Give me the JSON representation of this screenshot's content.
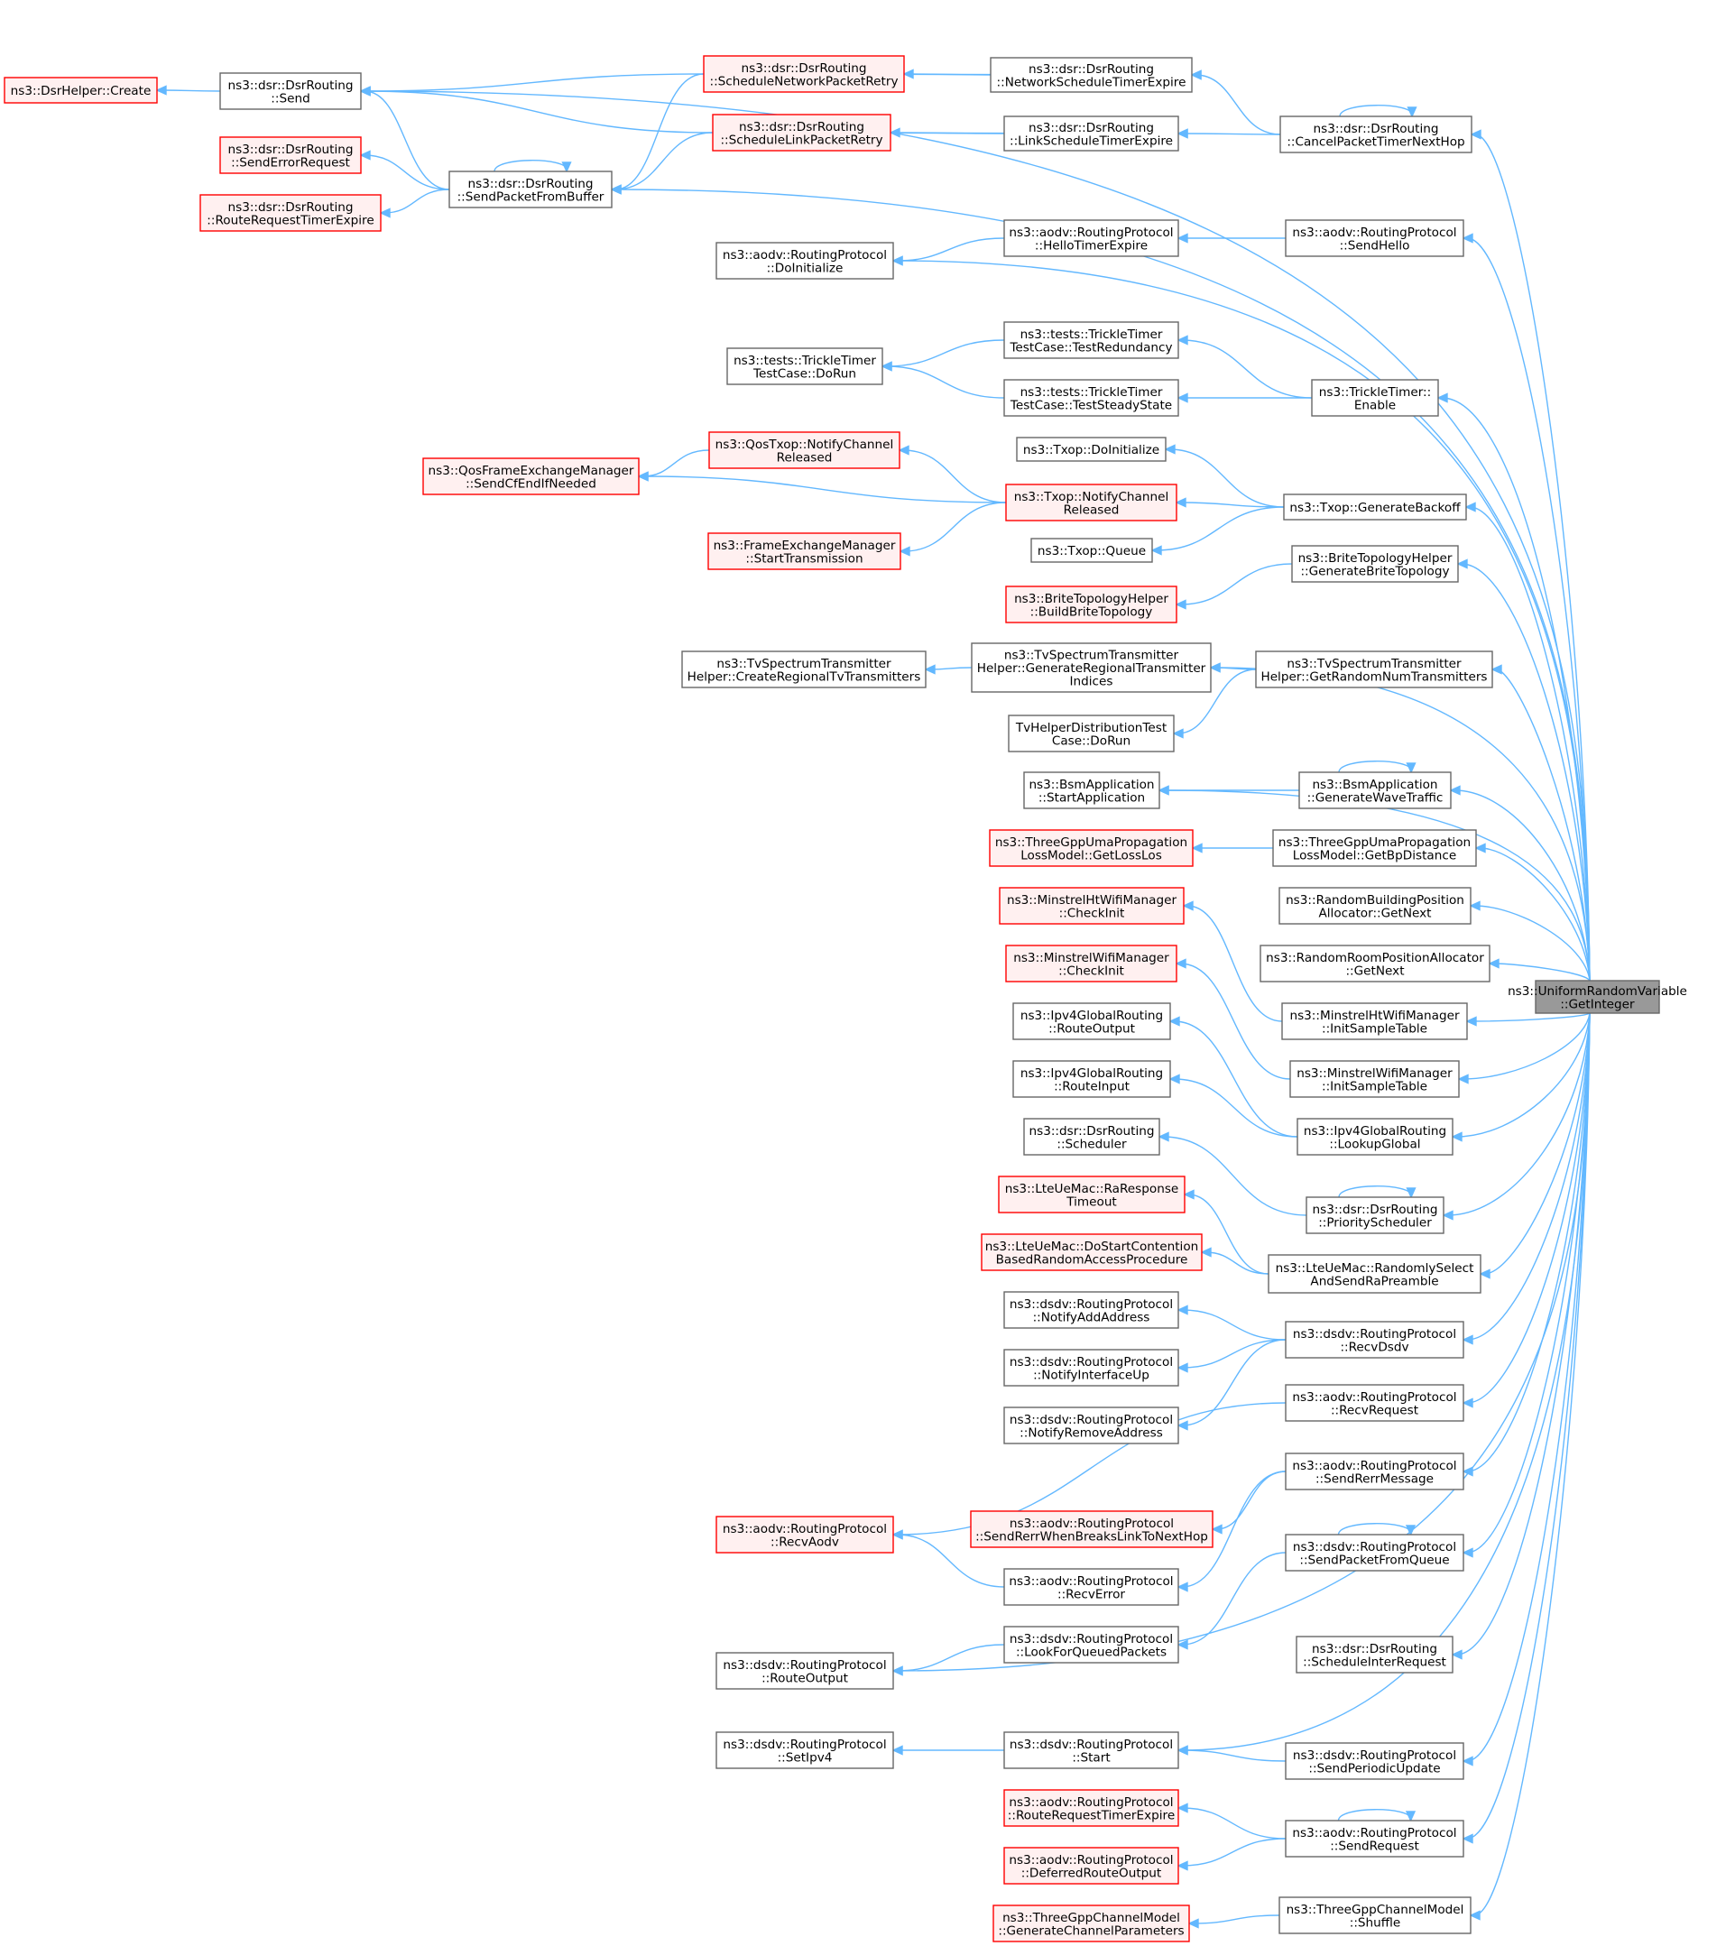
{
  "colors": {
    "edge": "#63b8ff",
    "node_border": "#666666",
    "node_fill": "#ffffff",
    "truncated_border": "#ff0000",
    "truncated_fill": "#fff0f0",
    "target_fill": "#999999",
    "target_border": "#666666"
  },
  "nodes": [
    {
      "id": "target",
      "lines": [
        "ns3::UniformRandomVariable",
        "::GetInteger"
      ],
      "style": "target"
    },
    {
      "id": "dsrhelper_create",
      "lines": [
        "ns3::DsrHelper::Create"
      ],
      "style": "truncated"
    },
    {
      "id": "dsr_send",
      "lines": [
        "ns3::dsr::DsrRouting",
        "::Send"
      ],
      "style": "normal"
    },
    {
      "id": "dsr_senderrorrequest",
      "lines": [
        "ns3::dsr::DsrRouting",
        "::SendErrorRequest"
      ],
      "style": "truncated"
    },
    {
      "id": "dsr_routerequesttimerexpire",
      "lines": [
        "ns3::dsr::DsrRouting",
        "::RouteRequestTimerExpire"
      ],
      "style": "truncated"
    },
    {
      "id": "dsr_sendpacketfrombuffer",
      "lines": [
        "ns3::dsr::DsrRouting",
        "::SendPacketFromBuffer"
      ],
      "style": "normal"
    },
    {
      "id": "dsr_schedulenetworkpacketretry",
      "lines": [
        "ns3::dsr::DsrRouting",
        "::ScheduleNetworkPacketRetry"
      ],
      "style": "truncated"
    },
    {
      "id": "dsr_schedulelinkpacketretry",
      "lines": [
        "ns3::dsr::DsrRouting",
        "::ScheduleLinkPacketRetry"
      ],
      "style": "truncated"
    },
    {
      "id": "dsr_networkscheduletimerexpire",
      "lines": [
        "ns3::dsr::DsrRouting",
        "::NetworkScheduleTimerExpire"
      ],
      "style": "normal"
    },
    {
      "id": "dsr_linkscheduletimerexpire",
      "lines": [
        "ns3::dsr::DsrRouting",
        "::LinkScheduleTimerExpire"
      ],
      "style": "normal"
    },
    {
      "id": "dsr_cancelpackettimernexthop",
      "lines": [
        "ns3::dsr::DsrRouting",
        "::CancelPacketTimerNextHop"
      ],
      "style": "normal"
    },
    {
      "id": "aodv_doinitialize",
      "lines": [
        "ns3::aodv::RoutingProtocol",
        "::DoInitialize"
      ],
      "style": "normal"
    },
    {
      "id": "aodv_hellotimerexpire",
      "lines": [
        "ns3::aodv::RoutingProtocol",
        "::HelloTimerExpire"
      ],
      "style": "normal"
    },
    {
      "id": "aodv_sendhello",
      "lines": [
        "ns3::aodv::RoutingProtocol",
        "::SendHello"
      ],
      "style": "normal"
    },
    {
      "id": "trickle_dorun",
      "lines": [
        "ns3::tests::TrickleTimer",
        "TestCase::DoRun"
      ],
      "style": "normal"
    },
    {
      "id": "trickle_testredundancy",
      "lines": [
        "ns3::tests::TrickleTimer",
        "TestCase::TestRedundancy"
      ],
      "style": "normal"
    },
    {
      "id": "trickle_teststeadystate",
      "lines": [
        "ns3::tests::TrickleTimer",
        "TestCase::TestSteadyState"
      ],
      "style": "normal"
    },
    {
      "id": "trickle_enable",
      "lines": [
        "ns3::TrickleTimer::",
        "Enable"
      ],
      "style": "normal"
    },
    {
      "id": "qosframe_sendcfendifneeded",
      "lines": [
        "ns3::QosFrameExchangeManager",
        "::SendCfEndIfNeeded"
      ],
      "style": "truncated"
    },
    {
      "id": "qostxop_notifychannelreleased",
      "lines": [
        "ns3::QosTxop::NotifyChannel",
        "Released"
      ],
      "style": "truncated"
    },
    {
      "id": "txop_doinitialize",
      "lines": [
        "ns3::Txop::DoInitialize"
      ],
      "style": "normal"
    },
    {
      "id": "txop_notifychannelreleased",
      "lines": [
        "ns3::Txop::NotifyChannel",
        "Released"
      ],
      "style": "truncated"
    },
    {
      "id": "frameexchange_starttransmission",
      "lines": [
        "ns3::FrameExchangeManager",
        "::StartTransmission"
      ],
      "style": "truncated"
    },
    {
      "id": "txop_queue",
      "lines": [
        "ns3::Txop::Queue"
      ],
      "style": "normal"
    },
    {
      "id": "txop_generatebackoff",
      "lines": [
        "ns3::Txop::GenerateBackoff"
      ],
      "style": "normal"
    },
    {
      "id": "brite_generatebritetopology",
      "lines": [
        "ns3::BriteTopologyHelper",
        "::GenerateBriteTopology"
      ],
      "style": "normal"
    },
    {
      "id": "brite_buildbritetopology",
      "lines": [
        "ns3::BriteTopologyHelper",
        "::BuildBriteTopology"
      ],
      "style": "truncated"
    },
    {
      "id": "tv_createregional",
      "lines": [
        "ns3::TvSpectrumTransmitter",
        "Helper::CreateRegionalTvTransmitters"
      ],
      "style": "normal"
    },
    {
      "id": "tv_generateregional",
      "lines": [
        "ns3::TvSpectrumTransmitter",
        "Helper::GenerateRegionalTransmitter",
        "Indices"
      ],
      "style": "normal"
    },
    {
      "id": "tv_getrandomnum",
      "lines": [
        "ns3::TvSpectrumTransmitter",
        "Helper::GetRandomNumTransmitters"
      ],
      "style": "normal"
    },
    {
      "id": "tv_distributiontest_dorun",
      "lines": [
        "TvHelperDistributionTest",
        "Case::DoRun"
      ],
      "style": "normal"
    },
    {
      "id": "bsm_startapplication",
      "lines": [
        "ns3::BsmApplication",
        "::StartApplication"
      ],
      "style": "normal"
    },
    {
      "id": "bsm_generatewavetraffic",
      "lines": [
        "ns3::BsmApplication",
        "::GenerateWaveTraffic"
      ],
      "style": "normal"
    },
    {
      "id": "uma_getlosslos",
      "lines": [
        "ns3::ThreeGppUmaPropagation",
        "LossModel::GetLossLos"
      ],
      "style": "truncated"
    },
    {
      "id": "uma_getbpdistance",
      "lines": [
        "ns3::ThreeGppUmaPropagation",
        "LossModel::GetBpDistance"
      ],
      "style": "normal"
    },
    {
      "id": "randombuilding_getnext",
      "lines": [
        "ns3::RandomBuildingPosition",
        "Allocator::GetNext"
      ],
      "style": "normal"
    },
    {
      "id": "randomroom_getnext",
      "lines": [
        "ns3::RandomRoomPositionAllocator",
        "::GetNext"
      ],
      "style": "normal"
    },
    {
      "id": "minstrelht_checkinit",
      "lines": [
        "ns3::MinstrelHtWifiManager",
        "::CheckInit"
      ],
      "style": "truncated"
    },
    {
      "id": "minstrelht_initsampletable",
      "lines": [
        "ns3::MinstrelHtWifiManager",
        "::InitSampleTable"
      ],
      "style": "normal"
    },
    {
      "id": "minstrel_checkinit",
      "lines": [
        "ns3::MinstrelWifiManager",
        "::CheckInit"
      ],
      "style": "truncated"
    },
    {
      "id": "minstrel_initsampletable",
      "lines": [
        "ns3::MinstrelWifiManager",
        "::InitSampleTable"
      ],
      "style": "normal"
    },
    {
      "id": "ipv4_routeoutput",
      "lines": [
        "ns3::Ipv4GlobalRouting",
        "::RouteOutput"
      ],
      "style": "normal"
    },
    {
      "id": "ipv4_routeinput",
      "lines": [
        "ns3::Ipv4GlobalRouting",
        "::RouteInput"
      ],
      "style": "normal"
    },
    {
      "id": "ipv4_lookupglobal",
      "lines": [
        "ns3::Ipv4GlobalRouting",
        "::LookupGlobal"
      ],
      "style": "normal"
    },
    {
      "id": "dsr_scheduler",
      "lines": [
        "ns3::dsr::DsrRouting",
        "::Scheduler"
      ],
      "style": "normal"
    },
    {
      "id": "dsr_priorityscheduler",
      "lines": [
        "ns3::dsr::DsrRouting",
        "::PriorityScheduler"
      ],
      "style": "normal"
    },
    {
      "id": "lte_raresponsetimeout",
      "lines": [
        "ns3::LteUeMac::RaResponse",
        "Timeout"
      ],
      "style": "truncated"
    },
    {
      "id": "lte_dostartcontention",
      "lines": [
        "ns3::LteUeMac::DoStartContention",
        "BasedRandomAccessProcedure"
      ],
      "style": "truncated"
    },
    {
      "id": "lte_randomlyselect",
      "lines": [
        "ns3::LteUeMac::RandomlySelect",
        "AndSendRaPreamble"
      ],
      "style": "normal"
    },
    {
      "id": "dsdv_notifyaddaddress",
      "lines": [
        "ns3::dsdv::RoutingProtocol",
        "::NotifyAddAddress"
      ],
      "style": "normal"
    },
    {
      "id": "dsdv_notifyinterfaceup",
      "lines": [
        "ns3::dsdv::RoutingProtocol",
        "::NotifyInterfaceUp"
      ],
      "style": "normal"
    },
    {
      "id": "dsdv_notifyremoveaddress",
      "lines": [
        "ns3::dsdv::RoutingProtocol",
        "::NotifyRemoveAddress"
      ],
      "style": "normal"
    },
    {
      "id": "dsdv_recvdsdv",
      "lines": [
        "ns3::dsdv::RoutingProtocol",
        "::RecvDsdv"
      ],
      "style": "normal"
    },
    {
      "id": "aodv_recvrequest",
      "lines": [
        "ns3::aodv::RoutingProtocol",
        "::RecvRequest"
      ],
      "style": "normal"
    },
    {
      "id": "aodv_sendrerrmessage",
      "lines": [
        "ns3::aodv::RoutingProtocol",
        "::SendRerrMessage"
      ],
      "style": "normal"
    },
    {
      "id": "aodv_recvaodv",
      "lines": [
        "ns3::aodv::RoutingProtocol",
        "::RecvAodv"
      ],
      "style": "truncated"
    },
    {
      "id": "aodv_sendrerrwhenbreaks",
      "lines": [
        "ns3::aodv::RoutingProtocol",
        "::SendRerrWhenBreaksLinkToNextHop"
      ],
      "style": "truncated"
    },
    {
      "id": "aodv_recverror",
      "lines": [
        "ns3::aodv::RoutingProtocol",
        "::RecvError"
      ],
      "style": "normal"
    },
    {
      "id": "dsdv_sendpacketfromqueue",
      "lines": [
        "ns3::dsdv::RoutingProtocol",
        "::SendPacketFromQueue"
      ],
      "style": "normal"
    },
    {
      "id": "dsdv_lookforqueuedpackets",
      "lines": [
        "ns3::dsdv::RoutingProtocol",
        "::LookForQueuedPackets"
      ],
      "style": "normal"
    },
    {
      "id": "dsdv_routeoutput",
      "lines": [
        "ns3::dsdv::RoutingProtocol",
        "::RouteOutput"
      ],
      "style": "normal"
    },
    {
      "id": "dsr_scheduleinterrequest",
      "lines": [
        "ns3::dsr::DsrRouting",
        "::ScheduleInterRequest"
      ],
      "style": "normal"
    },
    {
      "id": "dsdv_setipv4",
      "lines": [
        "ns3::dsdv::RoutingProtocol",
        "::SetIpv4"
      ],
      "style": "normal"
    },
    {
      "id": "dsdv_start",
      "lines": [
        "ns3::dsdv::RoutingProtocol",
        "::Start"
      ],
      "style": "normal"
    },
    {
      "id": "dsdv_sendperiodicupdate",
      "lines": [
        "ns3::dsdv::RoutingProtocol",
        "::SendPeriodicUpdate"
      ],
      "style": "normal"
    },
    {
      "id": "aodv_routerequesttimerexpire",
      "lines": [
        "ns3::aodv::RoutingProtocol",
        "::RouteRequestTimerExpire"
      ],
      "style": "truncated"
    },
    {
      "id": "aodv_deferredrouteoutput",
      "lines": [
        "ns3::aodv::RoutingProtocol",
        "::DeferredRouteOutput"
      ],
      "style": "truncated"
    },
    {
      "id": "aodv_sendrequest",
      "lines": [
        "ns3::aodv::RoutingProtocol",
        "::SendRequest"
      ],
      "style": "normal"
    },
    {
      "id": "threegpp_generatechannelparameters",
      "lines": [
        "ns3::ThreeGppChannelModel",
        "::GenerateChannelParameters"
      ],
      "style": "truncated"
    },
    {
      "id": "threegpp_shuffle",
      "lines": [
        "ns3::ThreeGppChannelModel",
        "::Shuffle"
      ],
      "style": "normal"
    }
  ],
  "edges": [
    [
      "dsr_send",
      "dsrhelper_create"
    ],
    [
      "dsr_sendpacketfrombuffer",
      "dsr_send"
    ],
    [
      "dsr_sendpacketfrombuffer",
      "dsr_senderrorrequest"
    ],
    [
      "dsr_sendpacketfrombuffer",
      "dsr_routerequesttimerexpire"
    ],
    [
      "dsr_sendpacketfrombuffer",
      "dsr_sendpacketfrombuffer"
    ],
    [
      "dsr_schedulenetworkpacketretry",
      "dsr_send"
    ],
    [
      "dsr_schedulenetworkpacketretry",
      "dsr_sendpacketfrombuffer"
    ],
    [
      "dsr_schedulenetworkpacketretry",
      "dsr_networkscheduletimerexpire"
    ],
    [
      "dsr_networkscheduletimerexpire",
      "dsr_schedulenetworkpacketretry"
    ],
    [
      "dsr_schedulelinkpacketretry",
      "dsr_send"
    ],
    [
      "dsr_schedulelinkpacketretry",
      "dsr_sendpacketfrombuffer"
    ],
    [
      "dsr_schedulelinkpacketretry",
      "dsr_linkscheduletimerexpire"
    ],
    [
      "dsr_linkscheduletimerexpire",
      "dsr_schedulelinkpacketretry"
    ],
    [
      "dsr_cancelpackettimernexthop",
      "dsr_networkscheduletimerexpire"
    ],
    [
      "dsr_cancelpackettimernexthop",
      "dsr_linkscheduletimerexpire"
    ],
    [
      "dsr_cancelpackettimernexthop",
      "dsr_cancelpackettimernexthop"
    ],
    [
      "aodv_hellotimerexpire",
      "aodv_doinitialize"
    ],
    [
      "aodv_sendhello",
      "aodv_hellotimerexpire"
    ],
    [
      "trickle_testredundancy",
      "trickle_dorun"
    ],
    [
      "trickle_teststeadystate",
      "trickle_dorun"
    ],
    [
      "trickle_enable",
      "trickle_testredundancy"
    ],
    [
      "trickle_enable",
      "trickle_teststeadystate"
    ],
    [
      "qostxop_notifychannelreleased",
      "qosframe_sendcfendifneeded"
    ],
    [
      "txop_notifychannelreleased",
      "qostxop_notifychannelreleased"
    ],
    [
      "txop_notifychannelreleased",
      "qosframe_sendcfendifneeded"
    ],
    [
      "txop_notifychannelreleased",
      "frameexchange_starttransmission"
    ],
    [
      "txop_generatebackoff",
      "txop_doinitialize"
    ],
    [
      "txop_generatebackoff",
      "txop_notifychannelreleased"
    ],
    [
      "txop_generatebackoff",
      "txop_queue"
    ],
    [
      "brite_generatebritetopology",
      "brite_buildbritetopology"
    ],
    [
      "tv_generateregional",
      "tv_createregional"
    ],
    [
      "tv_getrandomnum",
      "tv_generateregional"
    ],
    [
      "tv_getrandomnum",
      "tv_distributiontest_dorun"
    ],
    [
      "bsm_generatewavetraffic",
      "bsm_startapplication"
    ],
    [
      "bsm_generatewavetraffic",
      "bsm_generatewavetraffic"
    ],
    [
      "uma_getbpdistance",
      "uma_getlosslos"
    ],
    [
      "minstrelht_initsampletable",
      "minstrelht_checkinit"
    ],
    [
      "minstrel_initsampletable",
      "minstrel_checkinit"
    ],
    [
      "ipv4_lookupglobal",
      "ipv4_routeoutput"
    ],
    [
      "ipv4_lookupglobal",
      "ipv4_routeinput"
    ],
    [
      "dsr_priorityscheduler",
      "dsr_scheduler"
    ],
    [
      "dsr_priorityscheduler",
      "dsr_priorityscheduler"
    ],
    [
      "lte_randomlyselect",
      "lte_raresponsetimeout"
    ],
    [
      "lte_randomlyselect",
      "lte_dostartcontention"
    ],
    [
      "dsdv_recvdsdv",
      "dsdv_notifyaddaddress"
    ],
    [
      "dsdv_recvdsdv",
      "dsdv_notifyinterfaceup"
    ],
    [
      "dsdv_recvdsdv",
      "dsdv_notifyremoveaddress"
    ],
    [
      "aodv_recvrequest",
      "aodv_recvaodv"
    ],
    [
      "aodv_sendrerrmessage",
      "aodv_sendrerrwhenbreaks"
    ],
    [
      "aodv_sendrerrmessage",
      "aodv_recverror"
    ],
    [
      "aodv_recverror",
      "aodv_recvaodv"
    ],
    [
      "dsdv_sendpacketfromqueue",
      "dsdv_lookforqueuedpackets"
    ],
    [
      "dsdv_sendpacketfromqueue",
      "dsdv_sendpacketfromqueue"
    ],
    [
      "dsdv_lookforqueuedpackets",
      "dsdv_routeoutput"
    ],
    [
      "dsdv_start",
      "dsdv_setipv4"
    ],
    [
      "dsdv_sendperiodicupdate",
      "dsdv_start"
    ],
    [
      "aodv_sendrequest",
      "aodv_routerequesttimerexpire"
    ],
    [
      "aodv_sendrequest",
      "aodv_deferredrouteoutput"
    ],
    [
      "aodv_sendrequest",
      "aodv_sendrequest"
    ],
    [
      "threegpp_shuffle",
      "threegpp_generatechannelparameters"
    ],
    [
      "target",
      "dsr_send"
    ],
    [
      "target",
      "dsr_sendpacketfrombuffer"
    ],
    [
      "target",
      "dsr_cancelpackettimernexthop"
    ],
    [
      "target",
      "aodv_doinitialize"
    ],
    [
      "target",
      "aodv_sendhello"
    ],
    [
      "target",
      "trickle_enable"
    ],
    [
      "target",
      "txop_generatebackoff"
    ],
    [
      "target",
      "brite_generatebritetopology"
    ],
    [
      "target",
      "tv_generateregional"
    ],
    [
      "target",
      "tv_getrandomnum"
    ],
    [
      "target",
      "bsm_startapplication"
    ],
    [
      "target",
      "bsm_generatewavetraffic"
    ],
    [
      "target",
      "uma_getbpdistance"
    ],
    [
      "target",
      "randombuilding_getnext"
    ],
    [
      "target",
      "randomroom_getnext"
    ],
    [
      "target",
      "minstrelht_initsampletable"
    ],
    [
      "target",
      "minstrel_initsampletable"
    ],
    [
      "target",
      "ipv4_lookupglobal"
    ],
    [
      "target",
      "dsr_priorityscheduler"
    ],
    [
      "target",
      "lte_randomlyselect"
    ],
    [
      "target",
      "dsdv_recvdsdv"
    ],
    [
      "target",
      "aodv_recvrequest"
    ],
    [
      "target",
      "aodv_sendrerrmessage"
    ],
    [
      "target",
      "dsdv_sendpacketfromqueue"
    ],
    [
      "target",
      "dsdv_routeoutput"
    ],
    [
      "target",
      "dsr_scheduleinterrequest"
    ],
    [
      "target",
      "dsdv_start"
    ],
    [
      "target",
      "dsdv_sendperiodicupdate"
    ],
    [
      "target",
      "aodv_sendrequest"
    ],
    [
      "target",
      "threegpp_shuffle"
    ]
  ]
}
